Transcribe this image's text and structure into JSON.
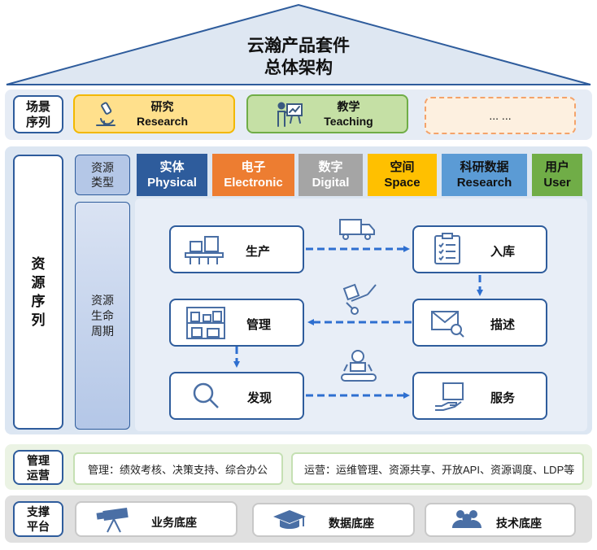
{
  "title": {
    "line1": "云瀚产品套件",
    "line2": "总体架构"
  },
  "scene_row": {
    "label_l1": "场景",
    "label_l2": "序列",
    "items": [
      {
        "zh": "研究",
        "en": "Research",
        "icon": "microscope-icon"
      },
      {
        "zh": "教学",
        "en": "Teaching",
        "icon": "teacher-icon"
      },
      {
        "text": "... ..."
      }
    ]
  },
  "resource_section": {
    "label": [
      "资",
      "源",
      "序",
      "列"
    ],
    "type_label": [
      "资源",
      "类型"
    ],
    "lifecycle_label": [
      "资源",
      "生命",
      "周期"
    ],
    "types": [
      {
        "zh": "实体",
        "en": "Physical",
        "color": "#2e5c9c"
      },
      {
        "zh": "电子",
        "en": "Electronic",
        "color": "#ed7d31"
      },
      {
        "zh": "数字",
        "en": "Digital",
        "color": "#a5a5a5"
      },
      {
        "zh": "空间",
        "en": "Space",
        "color": "#ffc000"
      },
      {
        "zh": "科研数据",
        "en": "Research",
        "color": "#5b9bd5"
      },
      {
        "zh": "用户",
        "en": "User",
        "color": "#70ad47"
      }
    ],
    "lifecycle": {
      "produce": "生产",
      "storage": "入库",
      "manage": "管理",
      "describe": "描述",
      "discover": "发现",
      "service": "服务"
    }
  },
  "operations": {
    "label_l1": "管理",
    "label_l2": "运营",
    "management": "管理：绩效考核、决策支持、综合办公",
    "operation": "运营：运维管理、资源共享、开放API、资源调度、LDP等"
  },
  "platform": {
    "label_l1": "支撑",
    "label_l2": "平台",
    "items": [
      {
        "label": "业务底座",
        "icon": "telescope-icon"
      },
      {
        "label": "数据底座",
        "icon": "graduation-cap-icon"
      },
      {
        "label": "技术底座",
        "icon": "team-icon"
      }
    ]
  },
  "colors": {
    "roof": "#dee7f2",
    "roof_stroke": "#2e5c9c",
    "scene_band": "#e6ecf5",
    "resource_band": "#dce6f2",
    "ops_band": "#ebf3e4",
    "platform_band": "#e0e0e0",
    "research_fill": "#ffe08c",
    "teaching_fill": "#c5e0a5",
    "dots_fill": "#fdf0e0"
  }
}
